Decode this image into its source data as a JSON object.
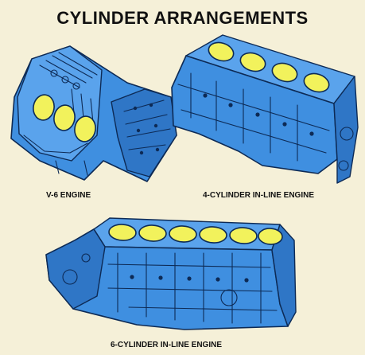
{
  "title": "CYLINDER ARRANGEMENTS",
  "engines": [
    {
      "caption": "V-6 ENGINE"
    },
    {
      "caption": "4-CYLINDER IN-LINE ENGINE"
    },
    {
      "caption": "6-CYLINDER IN-LINE ENGINE"
    }
  ],
  "colors": {
    "block": "#3f8fe0",
    "outline": "#0d2a55",
    "cylinder_bore": "#f2f25c",
    "background": "#f5f0d8"
  }
}
